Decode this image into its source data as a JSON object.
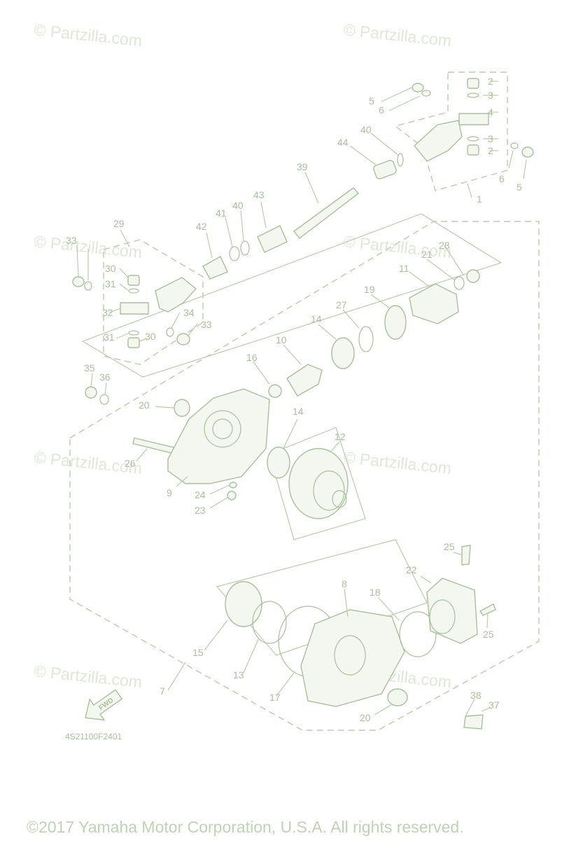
{
  "watermark": "© Partzilla.com",
  "diagram_code": "4S21100F2401",
  "copyright": "©2017 Yamaha Motor Corporation, U.S.A. All rights reserved.",
  "fwd_label": "FWD",
  "colors": {
    "line": "#a9c19a",
    "watermark": "#dfe8d8",
    "background": "#ffffff"
  },
  "parts": [
    {
      "n": "1"
    },
    {
      "n": "2"
    },
    {
      "n": "3"
    },
    {
      "n": "4"
    },
    {
      "n": "5"
    },
    {
      "n": "6"
    },
    {
      "n": "7"
    },
    {
      "n": "8"
    },
    {
      "n": "9"
    },
    {
      "n": "10"
    },
    {
      "n": "11"
    },
    {
      "n": "12"
    },
    {
      "n": "13"
    },
    {
      "n": "14"
    },
    {
      "n": "15"
    },
    {
      "n": "16"
    },
    {
      "n": "17"
    },
    {
      "n": "18"
    },
    {
      "n": "19"
    },
    {
      "n": "20"
    },
    {
      "n": "21"
    },
    {
      "n": "22"
    },
    {
      "n": "23"
    },
    {
      "n": "24"
    },
    {
      "n": "25"
    },
    {
      "n": "26"
    },
    {
      "n": "27"
    },
    {
      "n": "28"
    },
    {
      "n": "29"
    },
    {
      "n": "30"
    },
    {
      "n": "31"
    },
    {
      "n": "32"
    },
    {
      "n": "33"
    },
    {
      "n": "34"
    },
    {
      "n": "35"
    },
    {
      "n": "36"
    },
    {
      "n": "37"
    },
    {
      "n": "38"
    },
    {
      "n": "39"
    },
    {
      "n": "40"
    },
    {
      "n": "41"
    },
    {
      "n": "42"
    },
    {
      "n": "43"
    },
    {
      "n": "44"
    }
  ]
}
